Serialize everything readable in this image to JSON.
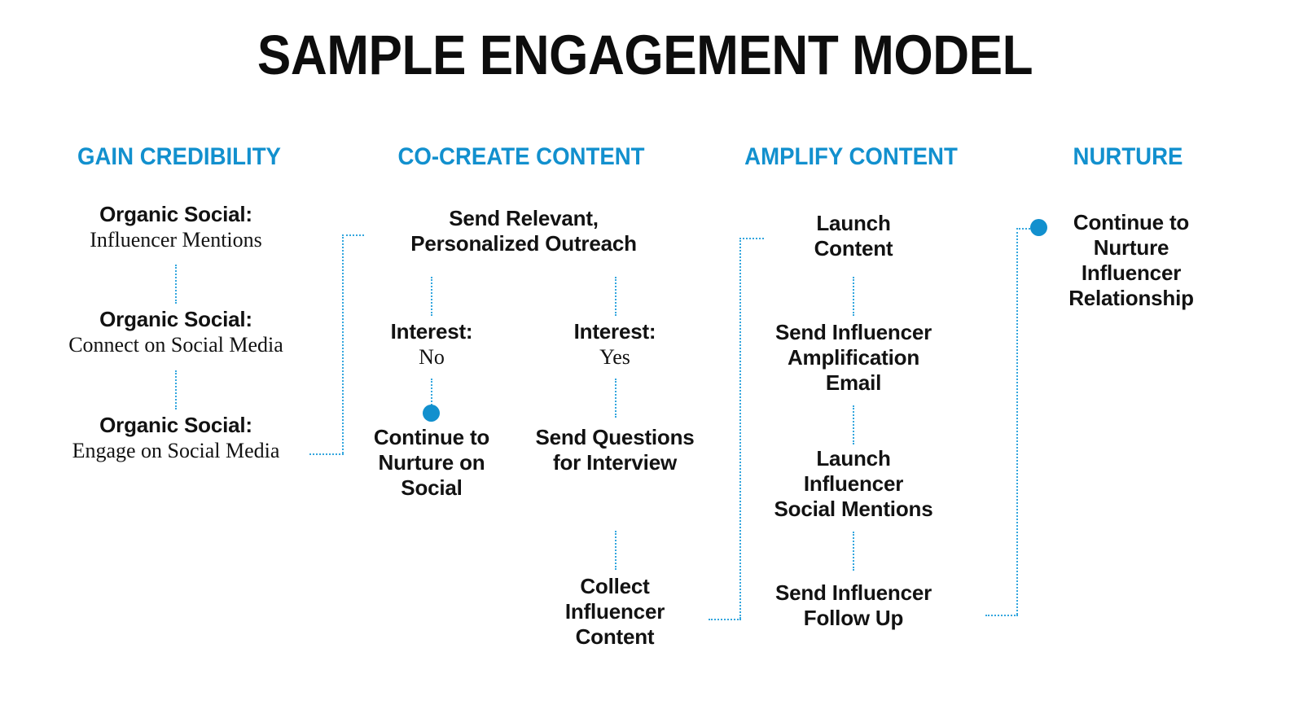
{
  "title": "SAMPLE ENGAGEMENT MODEL",
  "accent_color": "#1290CE",
  "connector_color": "#33A6DE",
  "text_color": "#121212",
  "columns": [
    {
      "header": "GAIN CREDIBILITY",
      "nodes": [
        {
          "title": "Organic Social:",
          "sub": "Influencer Mentions"
        },
        {
          "title": "Organic Social:",
          "sub": "Connect on Social Media"
        },
        {
          "title": "Organic Social:",
          "sub": "Engage on Social Media"
        }
      ]
    },
    {
      "header": "CO-CREATE CONTENT",
      "nodes": [
        {
          "title": "Send Relevant,\nPersonalized Outreach",
          "sub": ""
        },
        {
          "title": "Interest:",
          "sub": "No"
        },
        {
          "title": "Continue to\nNurture on\nSocial",
          "sub": ""
        },
        {
          "title": "Interest:",
          "sub": "Yes"
        },
        {
          "title": "Send Questions\nfor Interview",
          "sub": ""
        },
        {
          "title": "Collect\nInfluencer\nContent",
          "sub": ""
        }
      ]
    },
    {
      "header": "AMPLIFY CONTENT",
      "nodes": [
        {
          "title": "Launch\nContent",
          "sub": ""
        },
        {
          "title": "Send Influencer\nAmplification\nEmail",
          "sub": ""
        },
        {
          "title": "Launch\nInfluencer\nSocial Mentions",
          "sub": ""
        },
        {
          "title": "Send Influencer\nFollow Up",
          "sub": ""
        }
      ]
    },
    {
      "header": "NURTURE",
      "nodes": [
        {
          "title": "Continue to\nNurture\nInfluencer\nRelationship",
          "sub": ""
        }
      ]
    }
  ]
}
